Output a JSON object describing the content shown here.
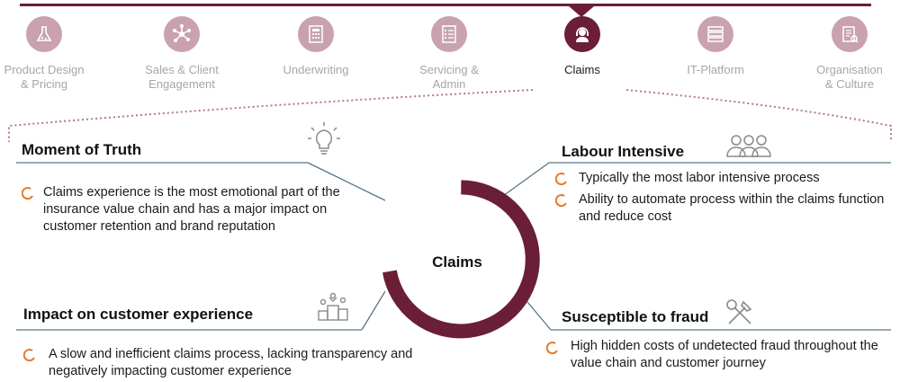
{
  "colors": {
    "accent": "#6b1f36",
    "accent_light": "#c9a2ae",
    "bullet": "#e8792b",
    "rule": "#5a7686",
    "muted": "#a6a6a6"
  },
  "steps": [
    {
      "label": "Product Design\n& Pricing",
      "icon": "flask-icon"
    },
    {
      "label": "Sales & Client\nEngagement",
      "icon": "network-icon"
    },
    {
      "label": "Underwriting",
      "icon": "calculator-icon"
    },
    {
      "label": "Servicing &\nAdmin",
      "icon": "checklist-icon"
    },
    {
      "label": "Claims",
      "icon": "agent-headset-icon",
      "active": true
    },
    {
      "label": "IT-Platform",
      "icon": "server-icon"
    },
    {
      "label": "Organisation\n& Culture",
      "icon": "org-document-icon"
    }
  ],
  "center": {
    "label": "Claims"
  },
  "sections": {
    "moment": {
      "title": "Moment of Truth",
      "icon": "lightbulb-icon",
      "bullets": [
        "Claims experience is the most emotional part of the insurance value chain and has a major impact on customer retention and brand reputation"
      ]
    },
    "labour": {
      "title": "Labour Intensive",
      "icon": "people-icon",
      "bullets": [
        "Typically the most labor intensive process",
        "Ability to automate process within the claims function and reduce cost"
      ]
    },
    "impact": {
      "title": "Impact on customer experience",
      "icon": "podium-icon",
      "bullets": [
        "A slow and inefficient claims process, lacking  transparency and negatively impacting customer experience"
      ]
    },
    "fraud": {
      "title": "Susceptible to fraud",
      "icon": "tools-icon",
      "bullets": [
        "High hidden costs of undetected fraud throughout the value chain and customer journey"
      ]
    }
  }
}
